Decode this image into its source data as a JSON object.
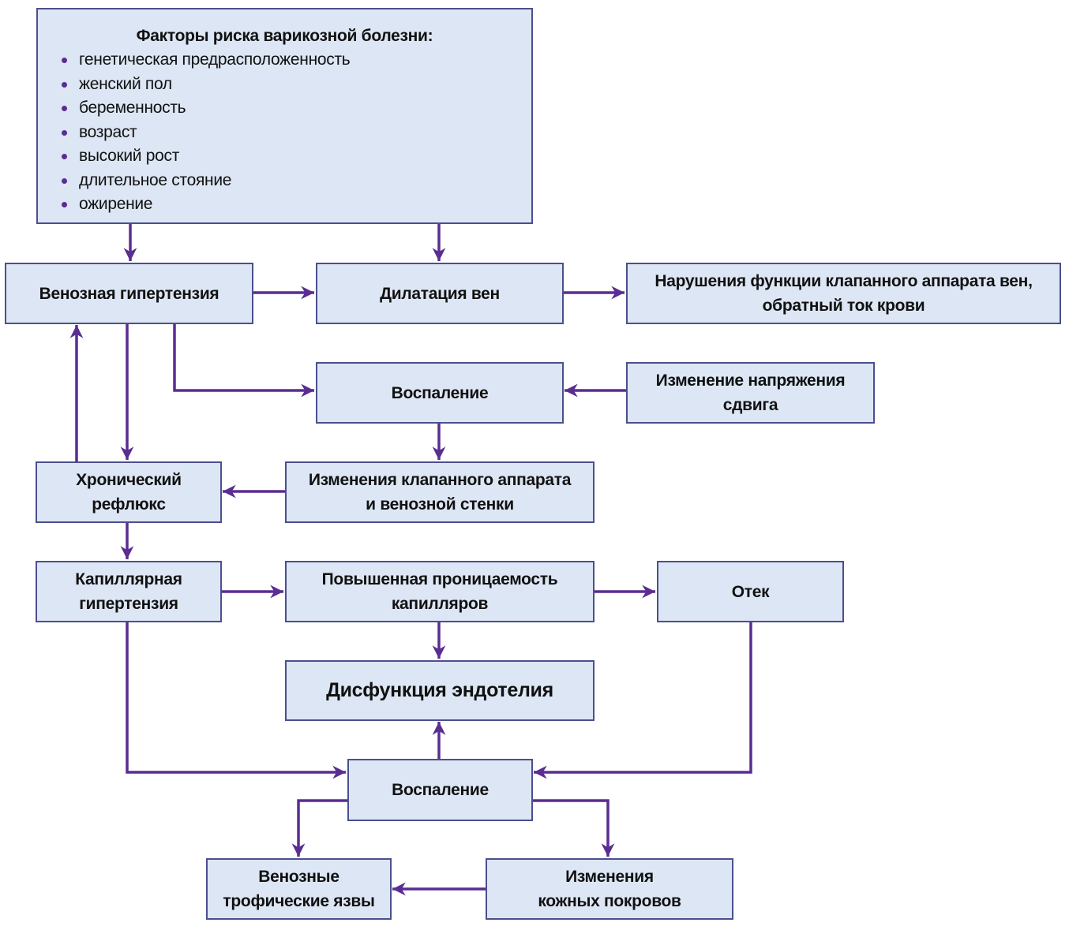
{
  "risk_factors": {
    "title": "Факторы риска варикозной болезни:",
    "items": [
      "генетическая предрасположенность",
      "женский пол",
      "беременность",
      "возраст",
      "высокий рост",
      "длительное стояние",
      "ожирение"
    ]
  },
  "nodes": {
    "venous_hypertension": [
      "Венозная гипертензия"
    ],
    "vein_dilation": [
      "Дилатация вен"
    ],
    "valve_dysfunction": [
      "Нарушения функции клапанного аппарата вен,",
      "обратный ток крови"
    ],
    "inflammation_1": [
      "Воспаление"
    ],
    "shear_stress": [
      "Изменение напряжения",
      "сдвига"
    ],
    "chronic_reflux": [
      "Хронический",
      "рефлюкс"
    ],
    "valve_wall_changes": [
      "Изменения клапанного аппарата",
      "и венозной стенки"
    ],
    "capillary_hypertension": [
      "Капиллярная",
      "гипертензия"
    ],
    "capillary_permeability": [
      "Повышенная проницаемость",
      "капилляров"
    ],
    "edema": [
      "Отек"
    ],
    "endothelial_dysfunction": [
      "Дисфункция эндотелия"
    ],
    "inflammation_2": [
      "Воспаление"
    ],
    "trophic_ulcers": [
      "Венозные",
      "трофические язвы"
    ],
    "skin_changes": [
      "Изменения",
      "кожных покровов"
    ]
  },
  "colors": {
    "box_fill": "#dde6f4",
    "box_border": "#4a4f8f",
    "arrow": "#5a2d91"
  }
}
